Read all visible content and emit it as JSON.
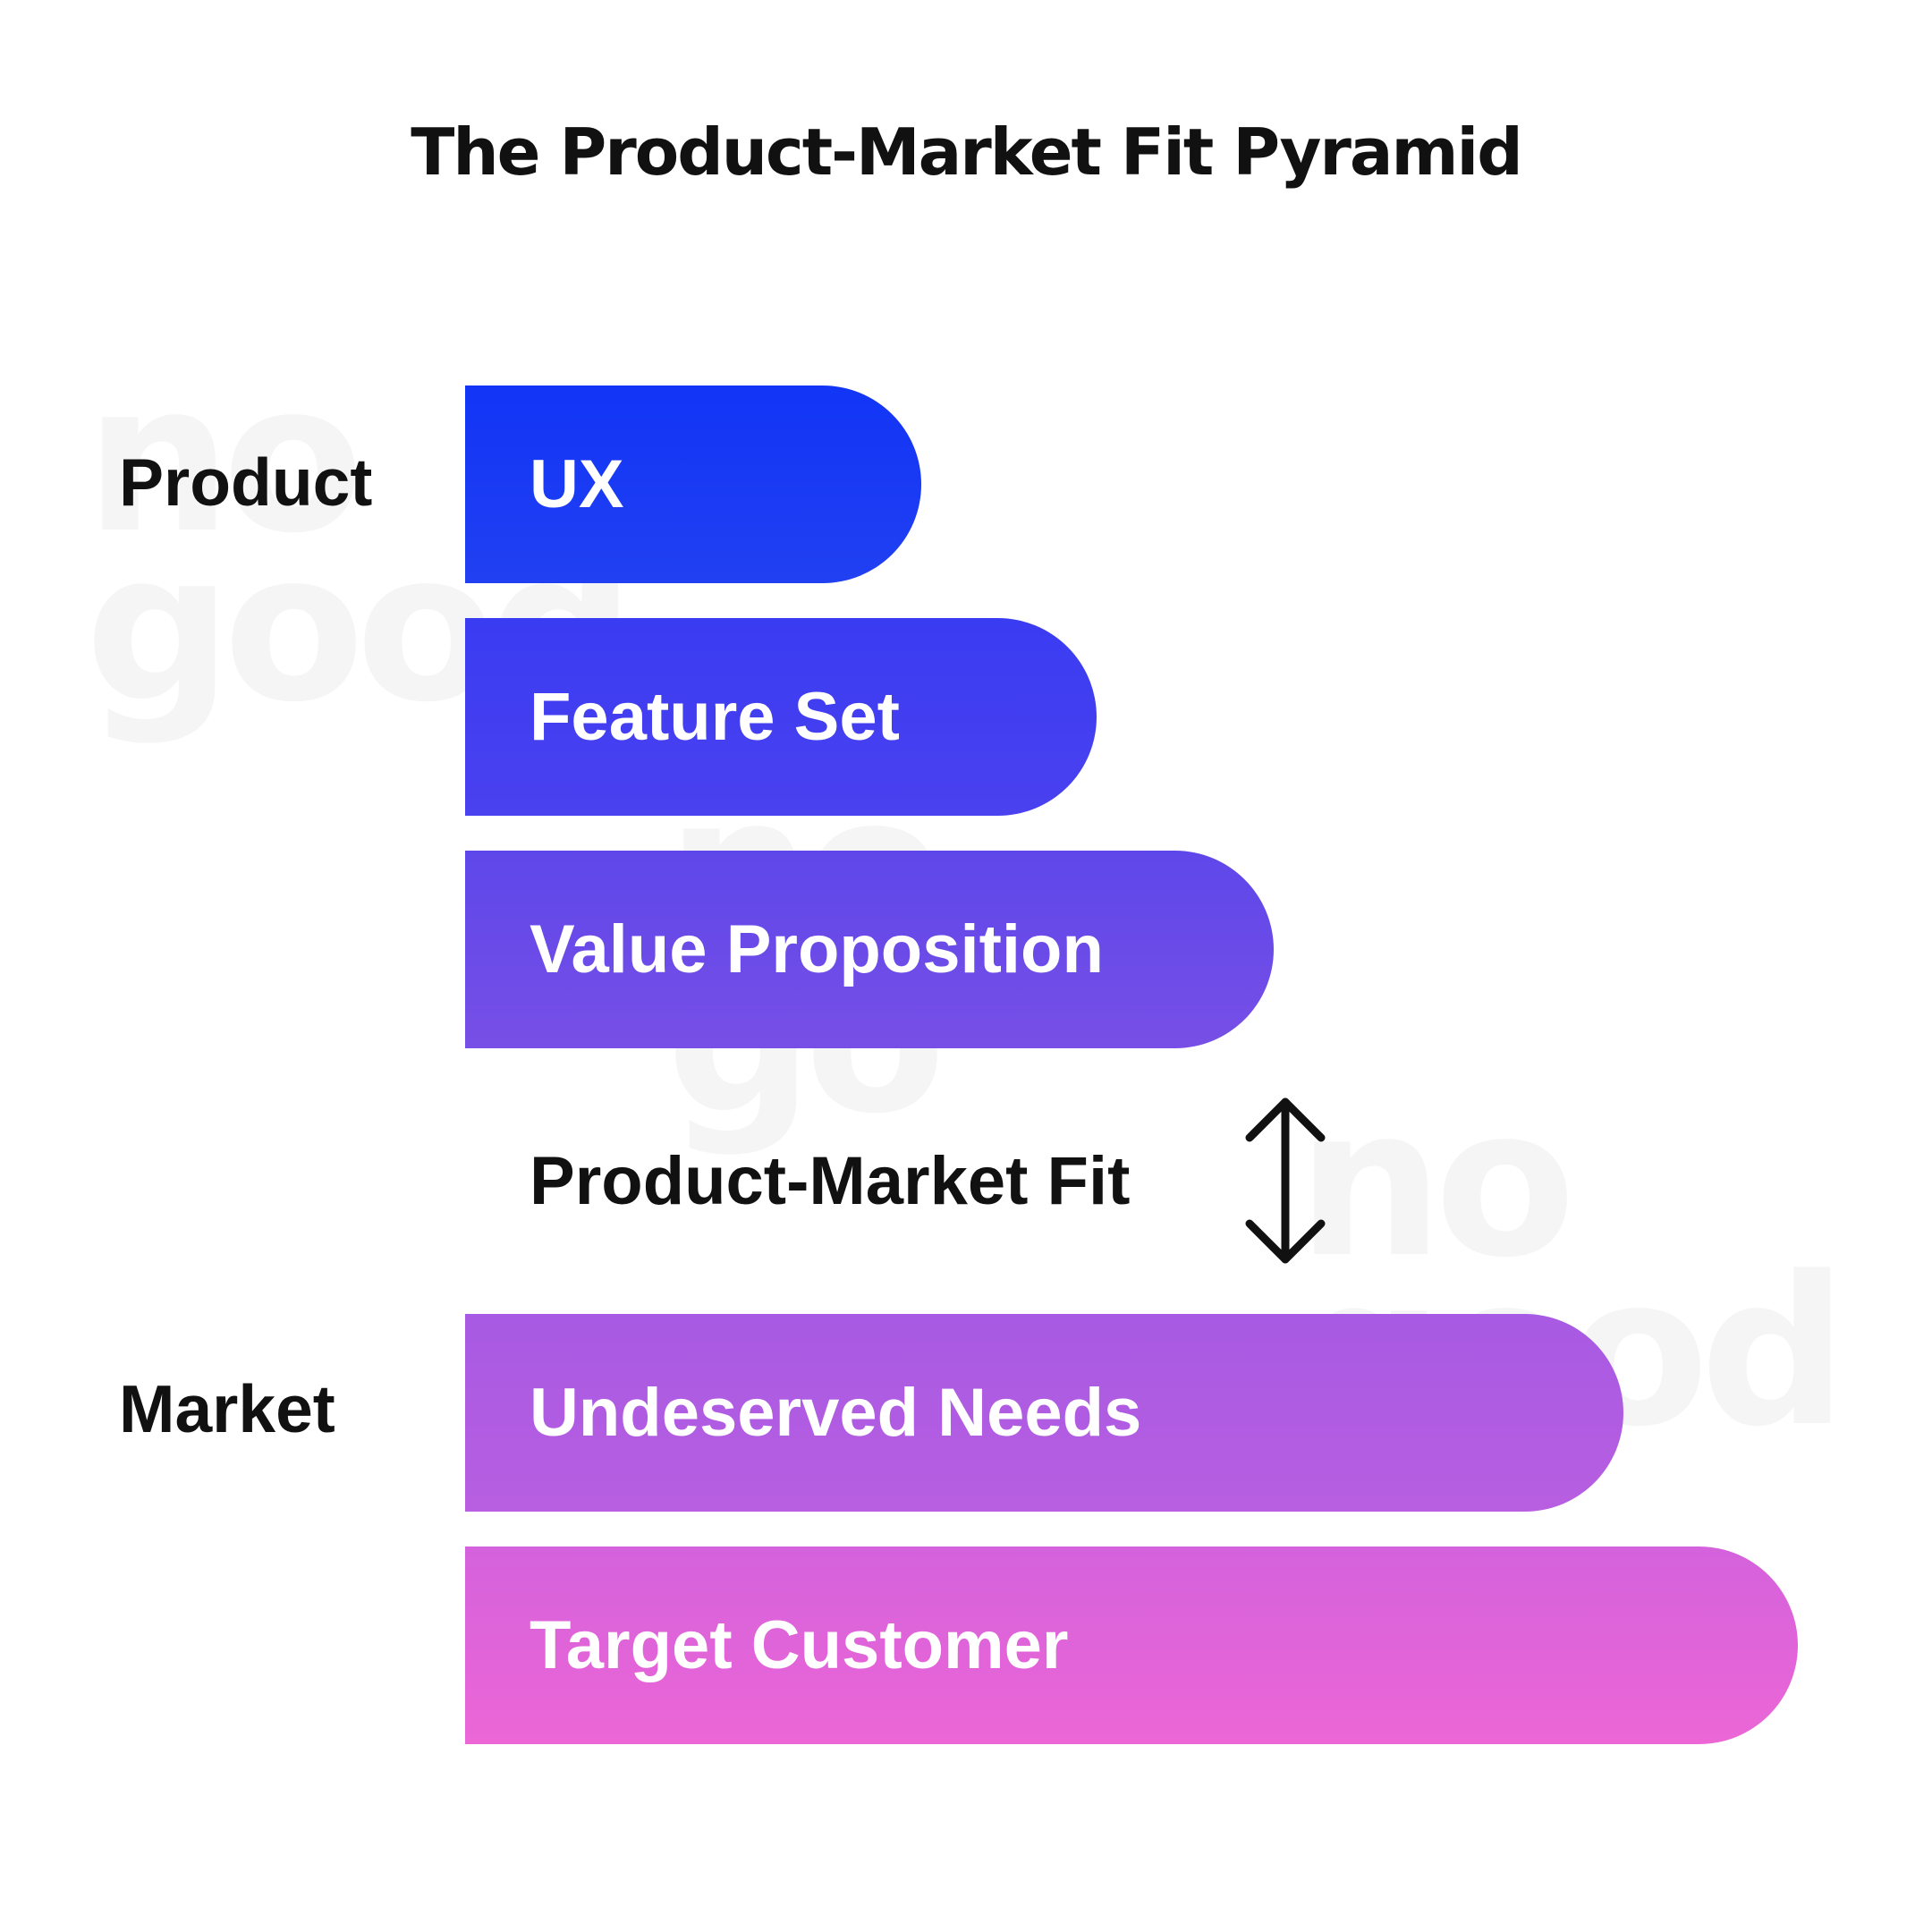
{
  "title": "The Product-Market Fit Pyramid",
  "watermark": "no good",
  "side_labels": {
    "product": "Product",
    "market": "Market"
  },
  "layers": [
    {
      "label": "UX",
      "group": "Product",
      "color": "#1a3af4"
    },
    {
      "label": "Feature Set",
      "group": "Product",
      "color": "#423ff0"
    },
    {
      "label": "Value Proposition",
      "group": "Product",
      "color": "#6a4be8"
    },
    {
      "label": "Undeserved Needs",
      "group": "Market",
      "color": "#b05ce2"
    },
    {
      "label": "Target Customer",
      "group": "Market",
      "color": "#e064d9"
    }
  ],
  "fit": {
    "label": "Product-Market Fit",
    "icon": "double-vertical-arrow-icon"
  }
}
